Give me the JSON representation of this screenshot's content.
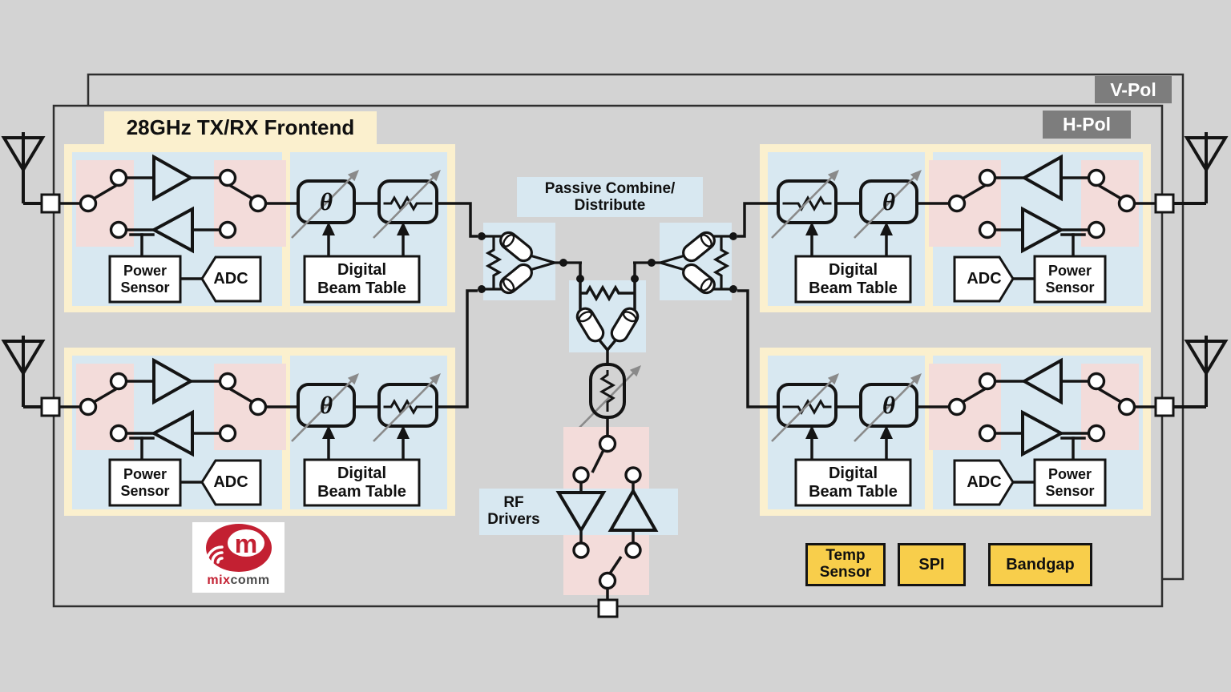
{
  "diagram": {
    "title": "28GHz TX/RX Frontend",
    "tabs": {
      "back": "V-Pol",
      "front": "H-Pol"
    },
    "center": {
      "combiner_label": [
        "Passive Combine/",
        "Distribute"
      ],
      "rf_drivers": [
        "RF",
        "Drivers"
      ]
    },
    "quadrant": {
      "power_sensor": [
        "Power",
        "Sensor"
      ],
      "adc": "ADC",
      "beam_table": [
        "Digital",
        "Beam Table"
      ],
      "phase_shifter": "θ"
    },
    "support": {
      "temp_sensor": [
        "Temp",
        "Sensor"
      ],
      "spi": "SPI",
      "bandgap": "Bandgap"
    },
    "logo": {
      "mark": "m",
      "mix": "mix",
      "comm": "comm"
    },
    "colors": {
      "background": "#d3d3d3",
      "panel_yellow": "#fbf0ce",
      "panel_blue": "#d8e8f1",
      "panel_pink": "#f3dcda",
      "block_yellow": "#f8ce4b",
      "tab_gray": "#7d7d7d",
      "logo_red": "#c32032",
      "line": "#141414",
      "arrow_gray": "#8a8a8a"
    }
  }
}
